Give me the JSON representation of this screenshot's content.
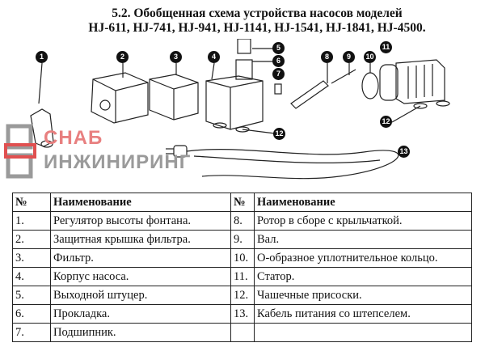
{
  "heading": {
    "line1": "5.2. Обобщенная схема устройства насосов моделей",
    "line2": "HJ-611, HJ-741, HJ-941, HJ-1141, HJ-1541, HJ-1841, HJ-4500."
  },
  "diagram": {
    "callouts": [
      "1",
      "2",
      "3",
      "4",
      "5",
      "6",
      "7",
      "8",
      "9",
      "10",
      "11",
      "12",
      "12",
      "13"
    ]
  },
  "table": {
    "headers": [
      "№",
      "Наименование",
      "№",
      "Наименование"
    ],
    "rows": [
      {
        "n1": "1.",
        "name1": "Регулятор высоты фонтана.",
        "n2": "8.",
        "name2": "Ротор в сборе с крыльчаткой."
      },
      {
        "n1": "2.",
        "name1": "Защитная крышка фильтра.",
        "n2": "9.",
        "name2": "Вал."
      },
      {
        "n1": "3.",
        "name1": "Фильтр.",
        "n2": "10.",
        "name2": "О-образное уплотнительное кольцо."
      },
      {
        "n1": "4.",
        "name1": "Корпус насоса.",
        "n2": "11.",
        "name2": "Статор."
      },
      {
        "n1": "5.",
        "name1": "Выходной штуцер.",
        "n2": "12.",
        "name2": "Чашечные присоски."
      },
      {
        "n1": "6.",
        "name1": "Прокладка.",
        "n2": "13.",
        "name2": "Кабель питания со штепселем."
      },
      {
        "n1": "7.",
        "name1": "Подшипник.",
        "n2": "",
        "name2": ""
      }
    ]
  },
  "watermark": {
    "line1": "СНАБ",
    "line2": "ИНЖИНИРИНГ",
    "accent": "#e05050"
  }
}
